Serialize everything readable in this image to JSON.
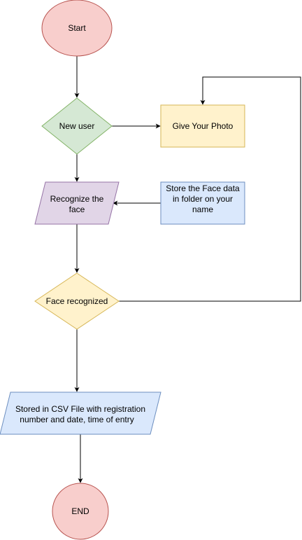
{
  "diagram": {
    "type": "flowchart",
    "nodes": {
      "start": {
        "shape": "ellipse",
        "lines": [
          "Start"
        ],
        "fill": "#f8cecc",
        "stroke": "#b85450"
      },
      "new_user": {
        "shape": "diamond",
        "lines": [
          "New user"
        ],
        "fill": "#d5e8d4",
        "stroke": "#82b366"
      },
      "give_photo": {
        "shape": "rectangle",
        "lines": [
          "Give Your Photo"
        ],
        "fill": "#fff2cc",
        "stroke": "#d6b656"
      },
      "recognize": {
        "shape": "parallelogram",
        "lines": [
          "Recognize the",
          "face"
        ],
        "fill": "#e1d5e7",
        "stroke": "#9673a6"
      },
      "store_face": {
        "shape": "rectangle",
        "lines": [
          "Store the Face data",
          "in folder on your",
          "name"
        ],
        "fill": "#dae8fc",
        "stroke": "#6c8ebf"
      },
      "face_recognized": {
        "shape": "diamond",
        "lines": [
          "Face recognized"
        ],
        "fill": "#fff2cc",
        "stroke": "#d6b656"
      },
      "stored_csv": {
        "shape": "parallelogram",
        "lines": [
          "Stored in CSV File with registration",
          "number and date, time of entry"
        ],
        "fill": "#dae8fc",
        "stroke": "#6c8ebf"
      },
      "end": {
        "shape": "ellipse",
        "lines": [
          "END"
        ],
        "fill": "#f8cecc",
        "stroke": "#b85450"
      }
    },
    "edges": [
      {
        "from": "start",
        "to": "new_user"
      },
      {
        "from": "new_user",
        "to": "give_photo"
      },
      {
        "from": "new_user",
        "to": "recognize"
      },
      {
        "from": "store_face",
        "to": "recognize"
      },
      {
        "from": "recognize",
        "to": "face_recognized"
      },
      {
        "from": "face_recognized",
        "to": "give_photo"
      },
      {
        "from": "face_recognized",
        "to": "stored_csv"
      },
      {
        "from": "stored_csv",
        "to": "end"
      }
    ]
  }
}
